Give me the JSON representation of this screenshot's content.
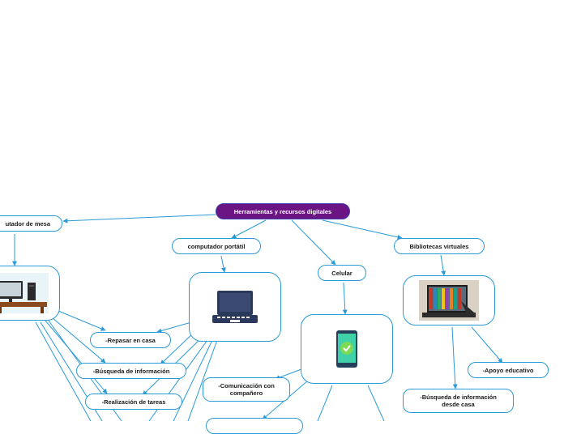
{
  "map": {
    "root": "Herramientas y recursos digitales",
    "colors": {
      "root_fill": "#6b1585",
      "node_border": "#2a9ad8",
      "connector": "#2a9ad8"
    },
    "branches": {
      "desktop": {
        "label": "computador de mesa",
        "visible_label": "utador de mesa",
        "image_icon": "desktop-computer-icon"
      },
      "laptop": {
        "label": "computador portátil",
        "image_icon": "laptop-icon"
      },
      "phone": {
        "label": "Celular",
        "image_icon": "smartphone-check-icon"
      },
      "libraries": {
        "label": "Bibliotecas virtuales",
        "image_icon": "virtual-library-photo"
      }
    },
    "subtopics": {
      "review": "-Repasar en casa",
      "search": "-Búsqueda de información",
      "homework": "-Realización de tareas",
      "communication": "-Comunicación con compañero",
      "home_search": "-Búsqueda de información desde casa",
      "support": "-Apoyo educativo"
    }
  }
}
